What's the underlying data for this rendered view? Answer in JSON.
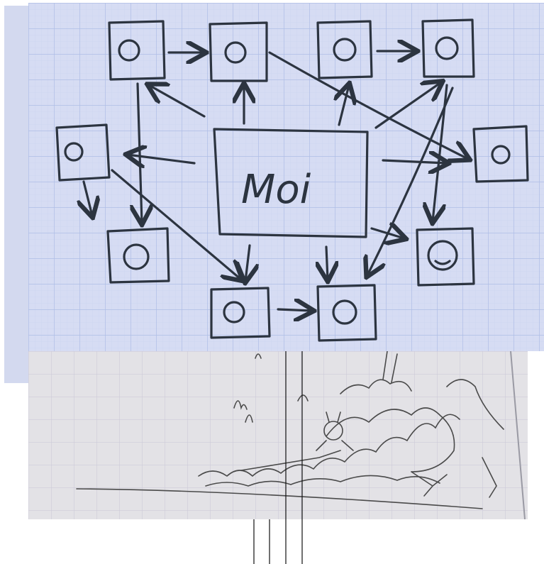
{
  "photos": {
    "top": {
      "description_name": "network-diagram-sketch",
      "center_box_text": "Moi",
      "ink_color": "#2c3440",
      "paper_color": "#d6dcf3",
      "grid_color": "#aebde6"
    },
    "bottom": {
      "description_name": "stick-figure-sketch",
      "pencil_color": "#4a4a4a",
      "paper_color": "#e3e2e6",
      "grid_color": "#c9c7d6"
    }
  }
}
